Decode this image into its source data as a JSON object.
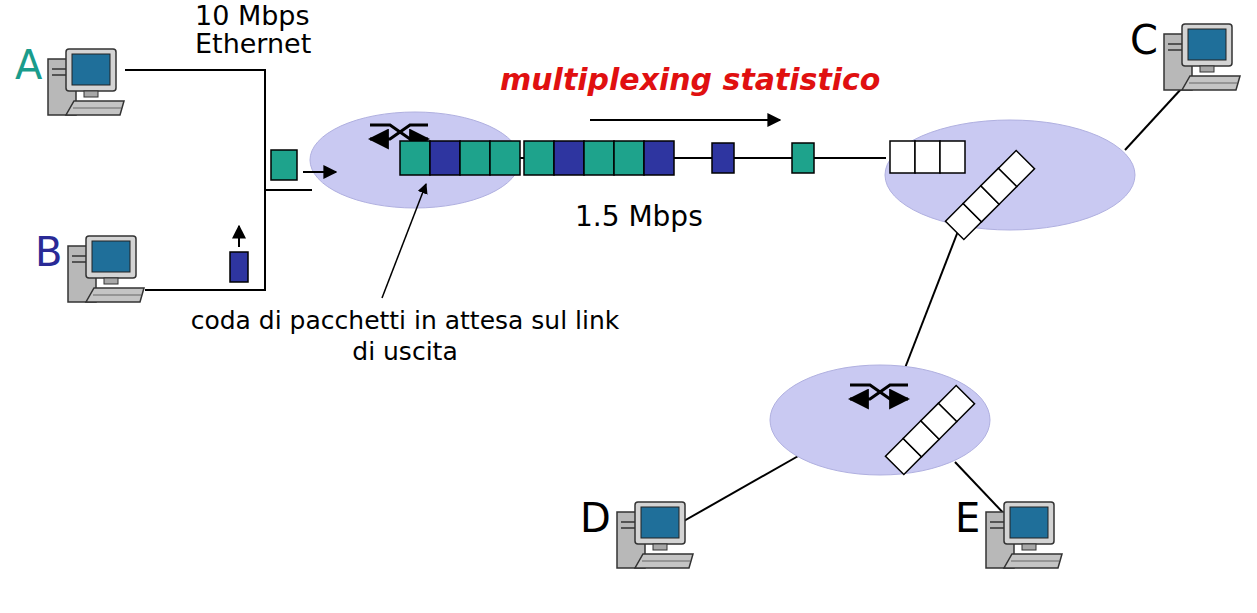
{
  "diagram": {
    "nodes": [
      {
        "text": [
          "A"
        ]
      },
      {
        "text": [
          "B"
        ]
      },
      {
        "text": [
          "C"
        ]
      },
      {
        "text": [
          "D"
        ]
      },
      {
        "text": [
          "E"
        ]
      }
    ],
    "labels": [
      "10 Mbps Ethernet",
      "multiplexing statistico",
      "1.5 Mbps",
      "coda di pacchetti in attesa sul link di uscita"
    ]
  }
}
